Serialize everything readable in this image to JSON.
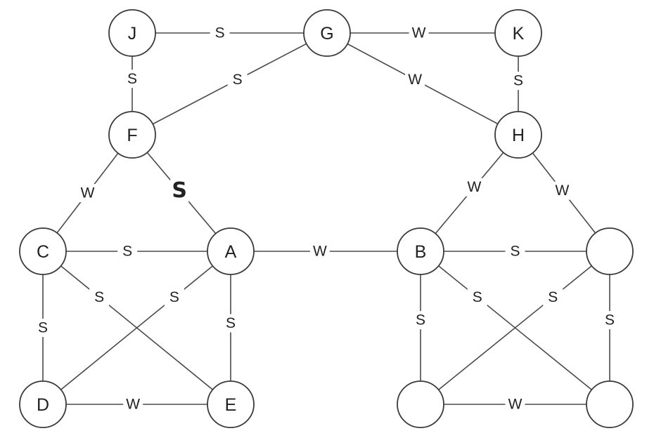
{
  "diagram": {
    "nodes": [
      {
        "id": "J",
        "label": "J"
      },
      {
        "id": "G",
        "label": "G"
      },
      {
        "id": "K",
        "label": "K"
      },
      {
        "id": "F",
        "label": "F"
      },
      {
        "id": "H",
        "label": "H"
      },
      {
        "id": "C",
        "label": "C"
      },
      {
        "id": "A",
        "label": "A"
      },
      {
        "id": "B",
        "label": "B"
      },
      {
        "id": "R1",
        "label": ""
      },
      {
        "id": "D",
        "label": "D"
      },
      {
        "id": "E",
        "label": "E"
      },
      {
        "id": "R2",
        "label": ""
      },
      {
        "id": "R3",
        "label": ""
      }
    ],
    "edges": [
      {
        "from": "J",
        "to": "G",
        "label": "S"
      },
      {
        "from": "G",
        "to": "K",
        "label": "W"
      },
      {
        "from": "J",
        "to": "F",
        "label": "S"
      },
      {
        "from": "G",
        "to": "F",
        "label": "S"
      },
      {
        "from": "G",
        "to": "H",
        "label": "W"
      },
      {
        "from": "K",
        "to": "H",
        "label": "S"
      },
      {
        "from": "F",
        "to": "C",
        "label": "W"
      },
      {
        "from": "F",
        "to": "A",
        "label": "S",
        "highlight": true
      },
      {
        "from": "H",
        "to": "B",
        "label": "W"
      },
      {
        "from": "H",
        "to": "R1",
        "label": "W"
      },
      {
        "from": "C",
        "to": "A",
        "label": "S"
      },
      {
        "from": "A",
        "to": "B",
        "label": "W"
      },
      {
        "from": "B",
        "to": "R1",
        "label": "S"
      },
      {
        "from": "C",
        "to": "E",
        "label": "S"
      },
      {
        "from": "A",
        "to": "D",
        "label": "S"
      },
      {
        "from": "C",
        "to": "D",
        "label": "S"
      },
      {
        "from": "A",
        "to": "E",
        "label": "S"
      },
      {
        "from": "D",
        "to": "E",
        "label": "W"
      },
      {
        "from": "B",
        "to": "R2",
        "label": "S"
      },
      {
        "from": "B",
        "to": "R3",
        "label": "S"
      },
      {
        "from": "R1",
        "to": "R2",
        "label": "S"
      },
      {
        "from": "R1",
        "to": "R3",
        "label": "S"
      },
      {
        "from": "R2",
        "to": "R3",
        "label": "W"
      }
    ],
    "colors": {
      "highlight_label": "#d42a2a"
    }
  }
}
